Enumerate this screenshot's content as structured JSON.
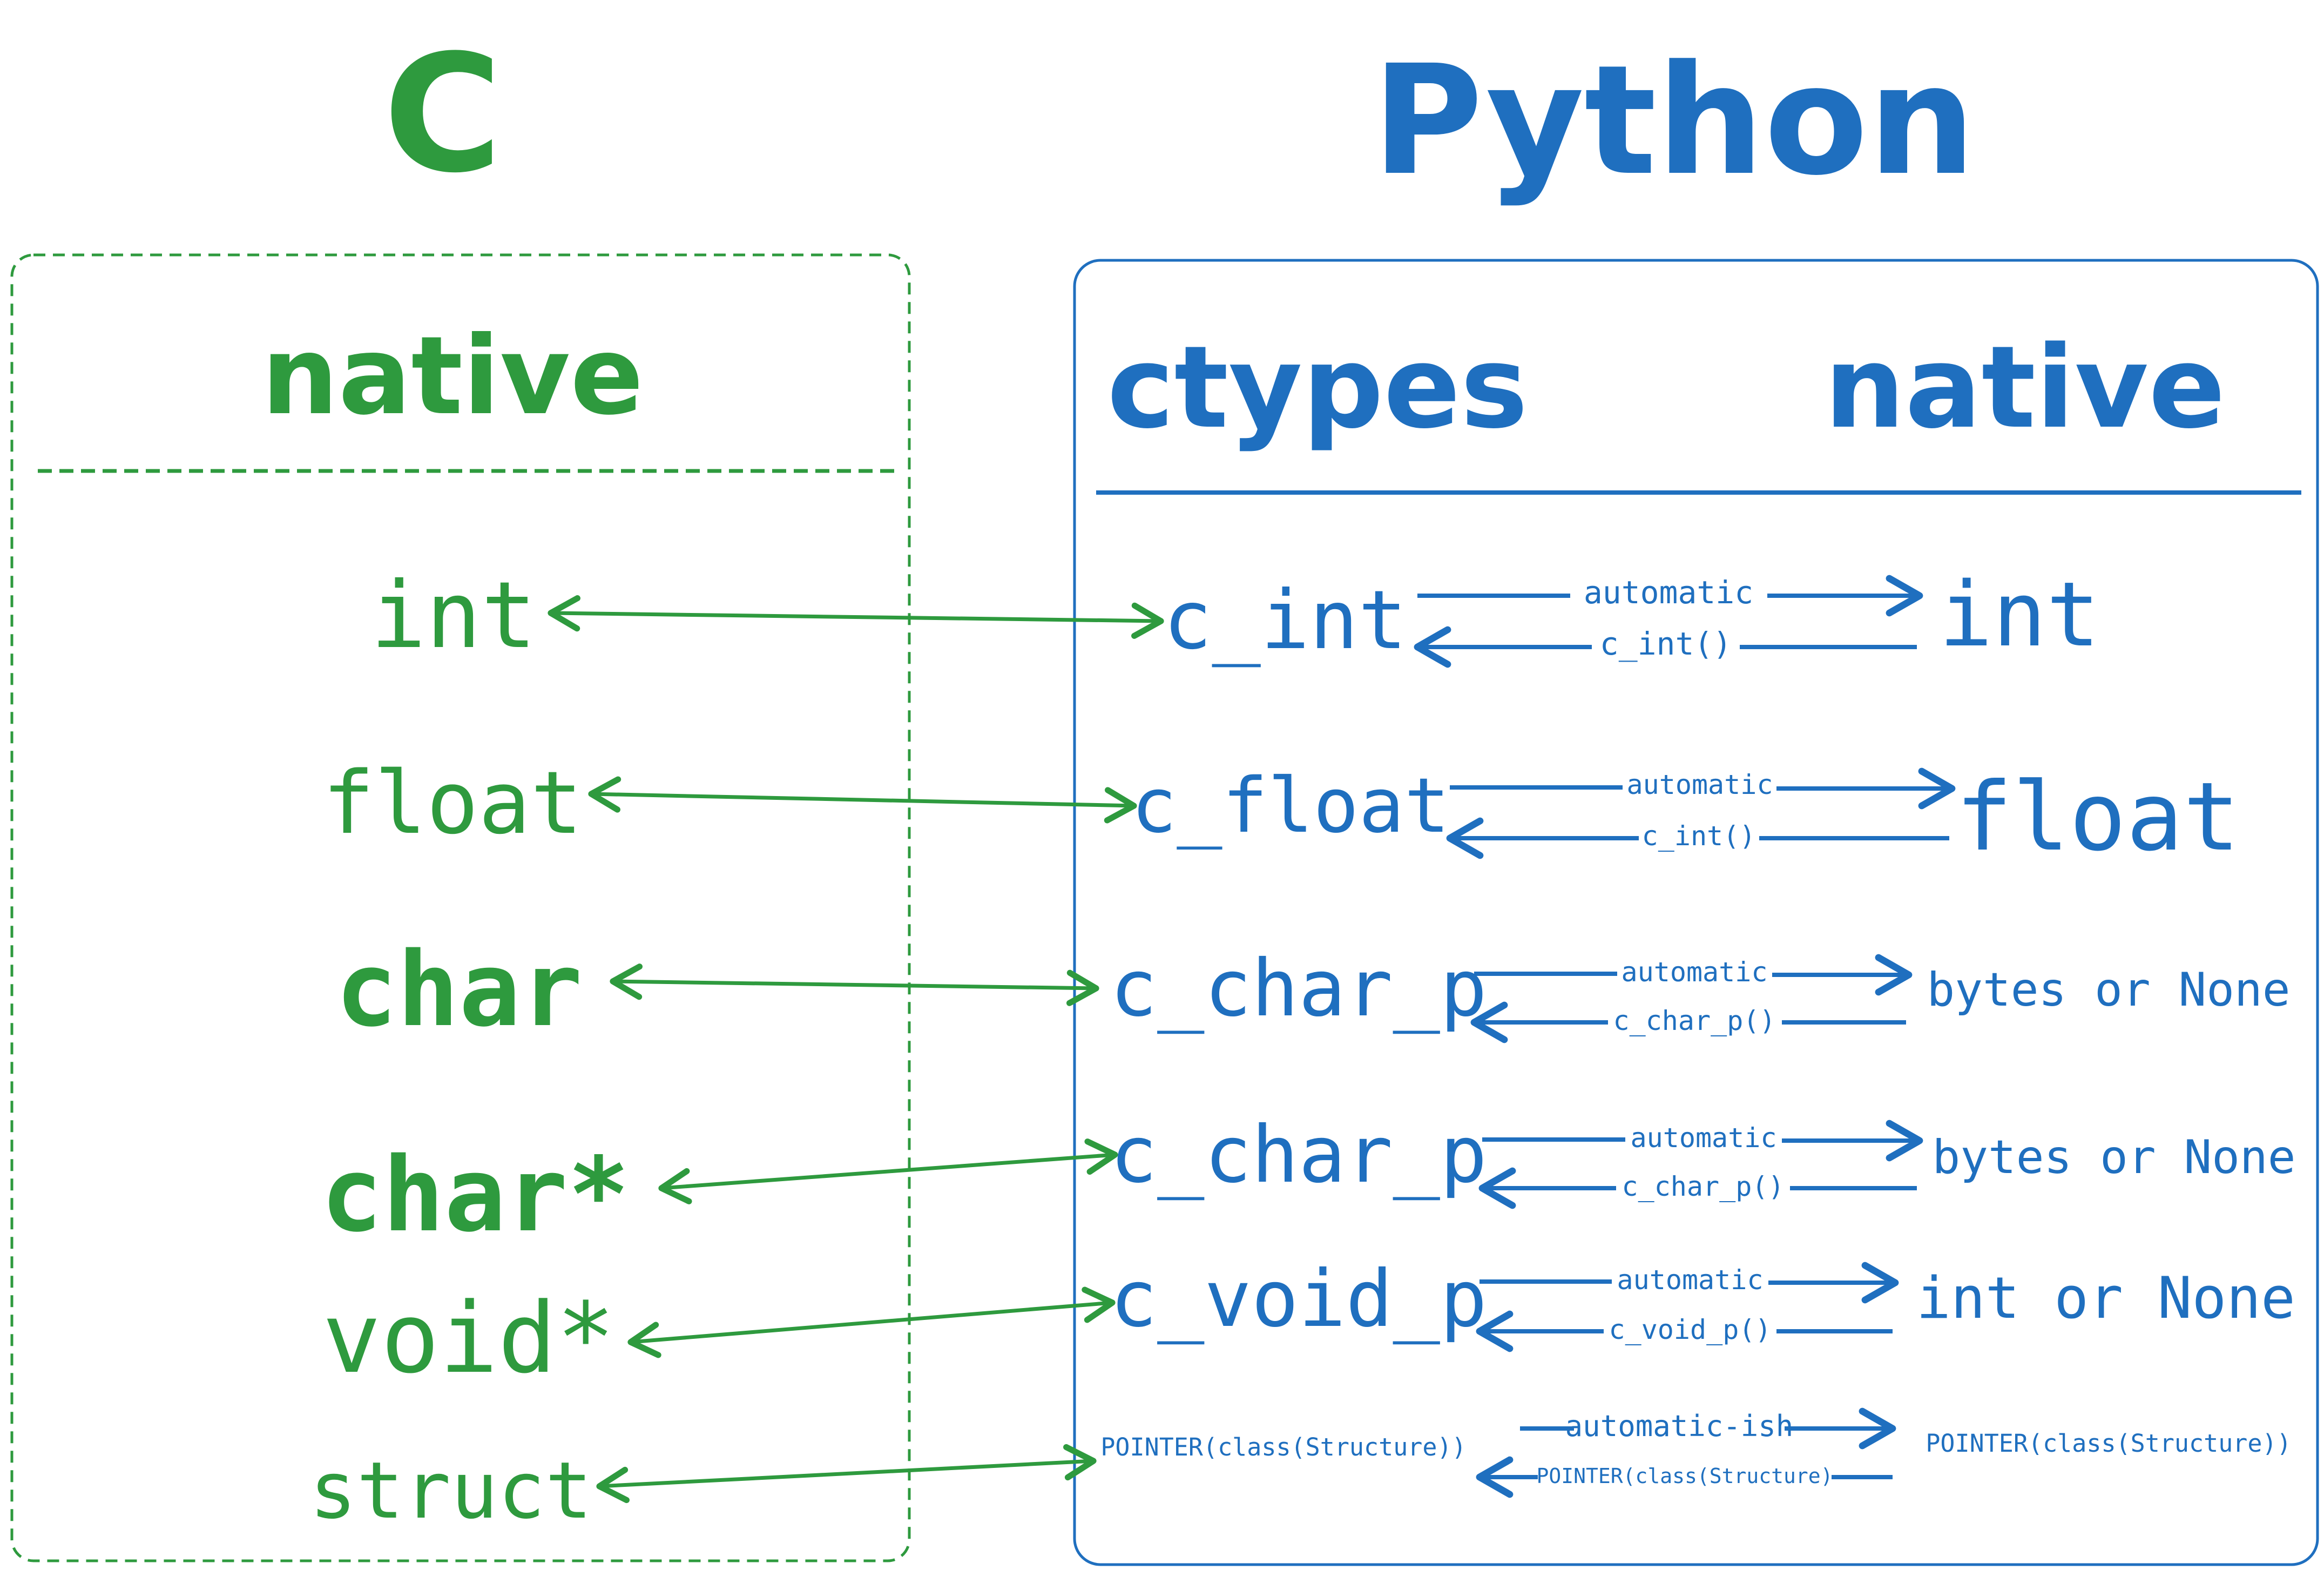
{
  "colors": {
    "c_green": "#2e9a3e",
    "py_blue": "#1f6fbf",
    "background": "#ffffff"
  },
  "c_side": {
    "title": "C",
    "header": "native",
    "types": [
      "int",
      "float",
      "char",
      "char*",
      "void*",
      "struct"
    ]
  },
  "python_side": {
    "title": "Python",
    "header_ctypes": "ctypes",
    "header_native": "native",
    "rows": [
      {
        "ctype": "c_int",
        "forward": "automatic",
        "backward": "c_int()",
        "native": "int"
      },
      {
        "ctype": "c_float",
        "forward": "automatic",
        "backward": "c_int()",
        "native": "float"
      },
      {
        "ctype": "c_char_p",
        "forward": "automatic",
        "backward": "c_char_p()",
        "native": "bytes or None"
      },
      {
        "ctype": "c_char_p",
        "forward": "automatic",
        "backward": "c_char_p()",
        "native": "bytes or None"
      },
      {
        "ctype": "c_void_p",
        "forward": "automatic",
        "backward": "c_void_p()",
        "native": "int or None"
      },
      {
        "ctype": "POINTER(class(Structure))",
        "forward": "automatic-ish",
        "backward": "POINTER(class(Structure)",
        "native": "POINTER(class(Structure))"
      }
    ]
  }
}
